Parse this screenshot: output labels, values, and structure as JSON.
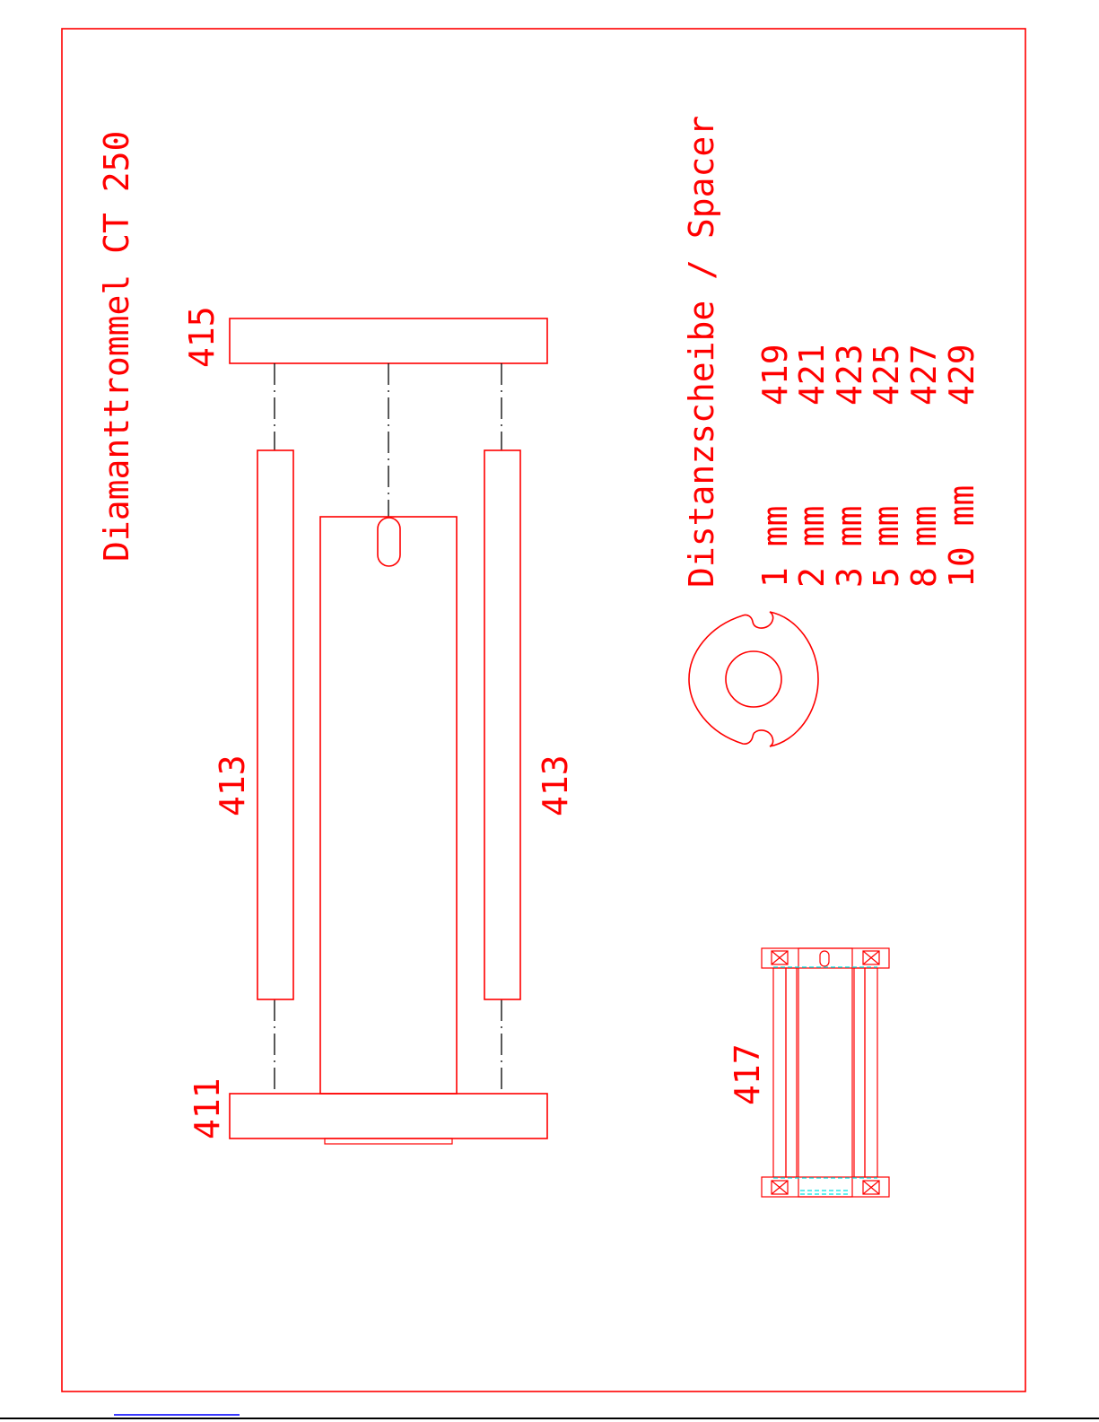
{
  "colors": {
    "line": "#ff0000",
    "hidden": "#00e5e5"
  },
  "title": "Diamanttrommel CT 250",
  "part_labels": {
    "top_plate": "415",
    "left_bar": "413",
    "right_bar": "413",
    "bottom_plate": "411",
    "assembly": "417"
  },
  "spacer": {
    "heading": "Distanzscheibe / Spacer",
    "rows": [
      {
        "size": "1 mm",
        "part": "419"
      },
      {
        "size": "2 mm",
        "part": "421"
      },
      {
        "size": "3 mm",
        "part": "423"
      },
      {
        "size": "5 mm",
        "part": "425"
      },
      {
        "size": "8 mm",
        "part": "427"
      },
      {
        "size": "10 mm",
        "part": "429"
      }
    ]
  }
}
